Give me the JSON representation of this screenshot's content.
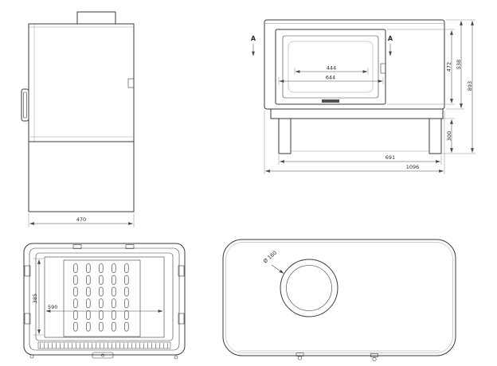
{
  "colors": {
    "line": "#3a3a3a",
    "dim": "#4a4a4a",
    "text": "#2b2b2b"
  },
  "views": {
    "side": {
      "dim_width": "470"
    },
    "front": {
      "section_label": "A",
      "dim_glass_width": "444",
      "dim_door_width": "644",
      "dim_door_height": "472",
      "dim_body_height": "538",
      "dim_total_height": "893",
      "dim_stand_height": "300",
      "dim_stand_width": "691",
      "dim_total_width": "1096"
    },
    "firebox": {
      "dim_height": "385",
      "dim_width": "590"
    },
    "top": {
      "dim_flue_diameter": "Ø 160"
    }
  }
}
